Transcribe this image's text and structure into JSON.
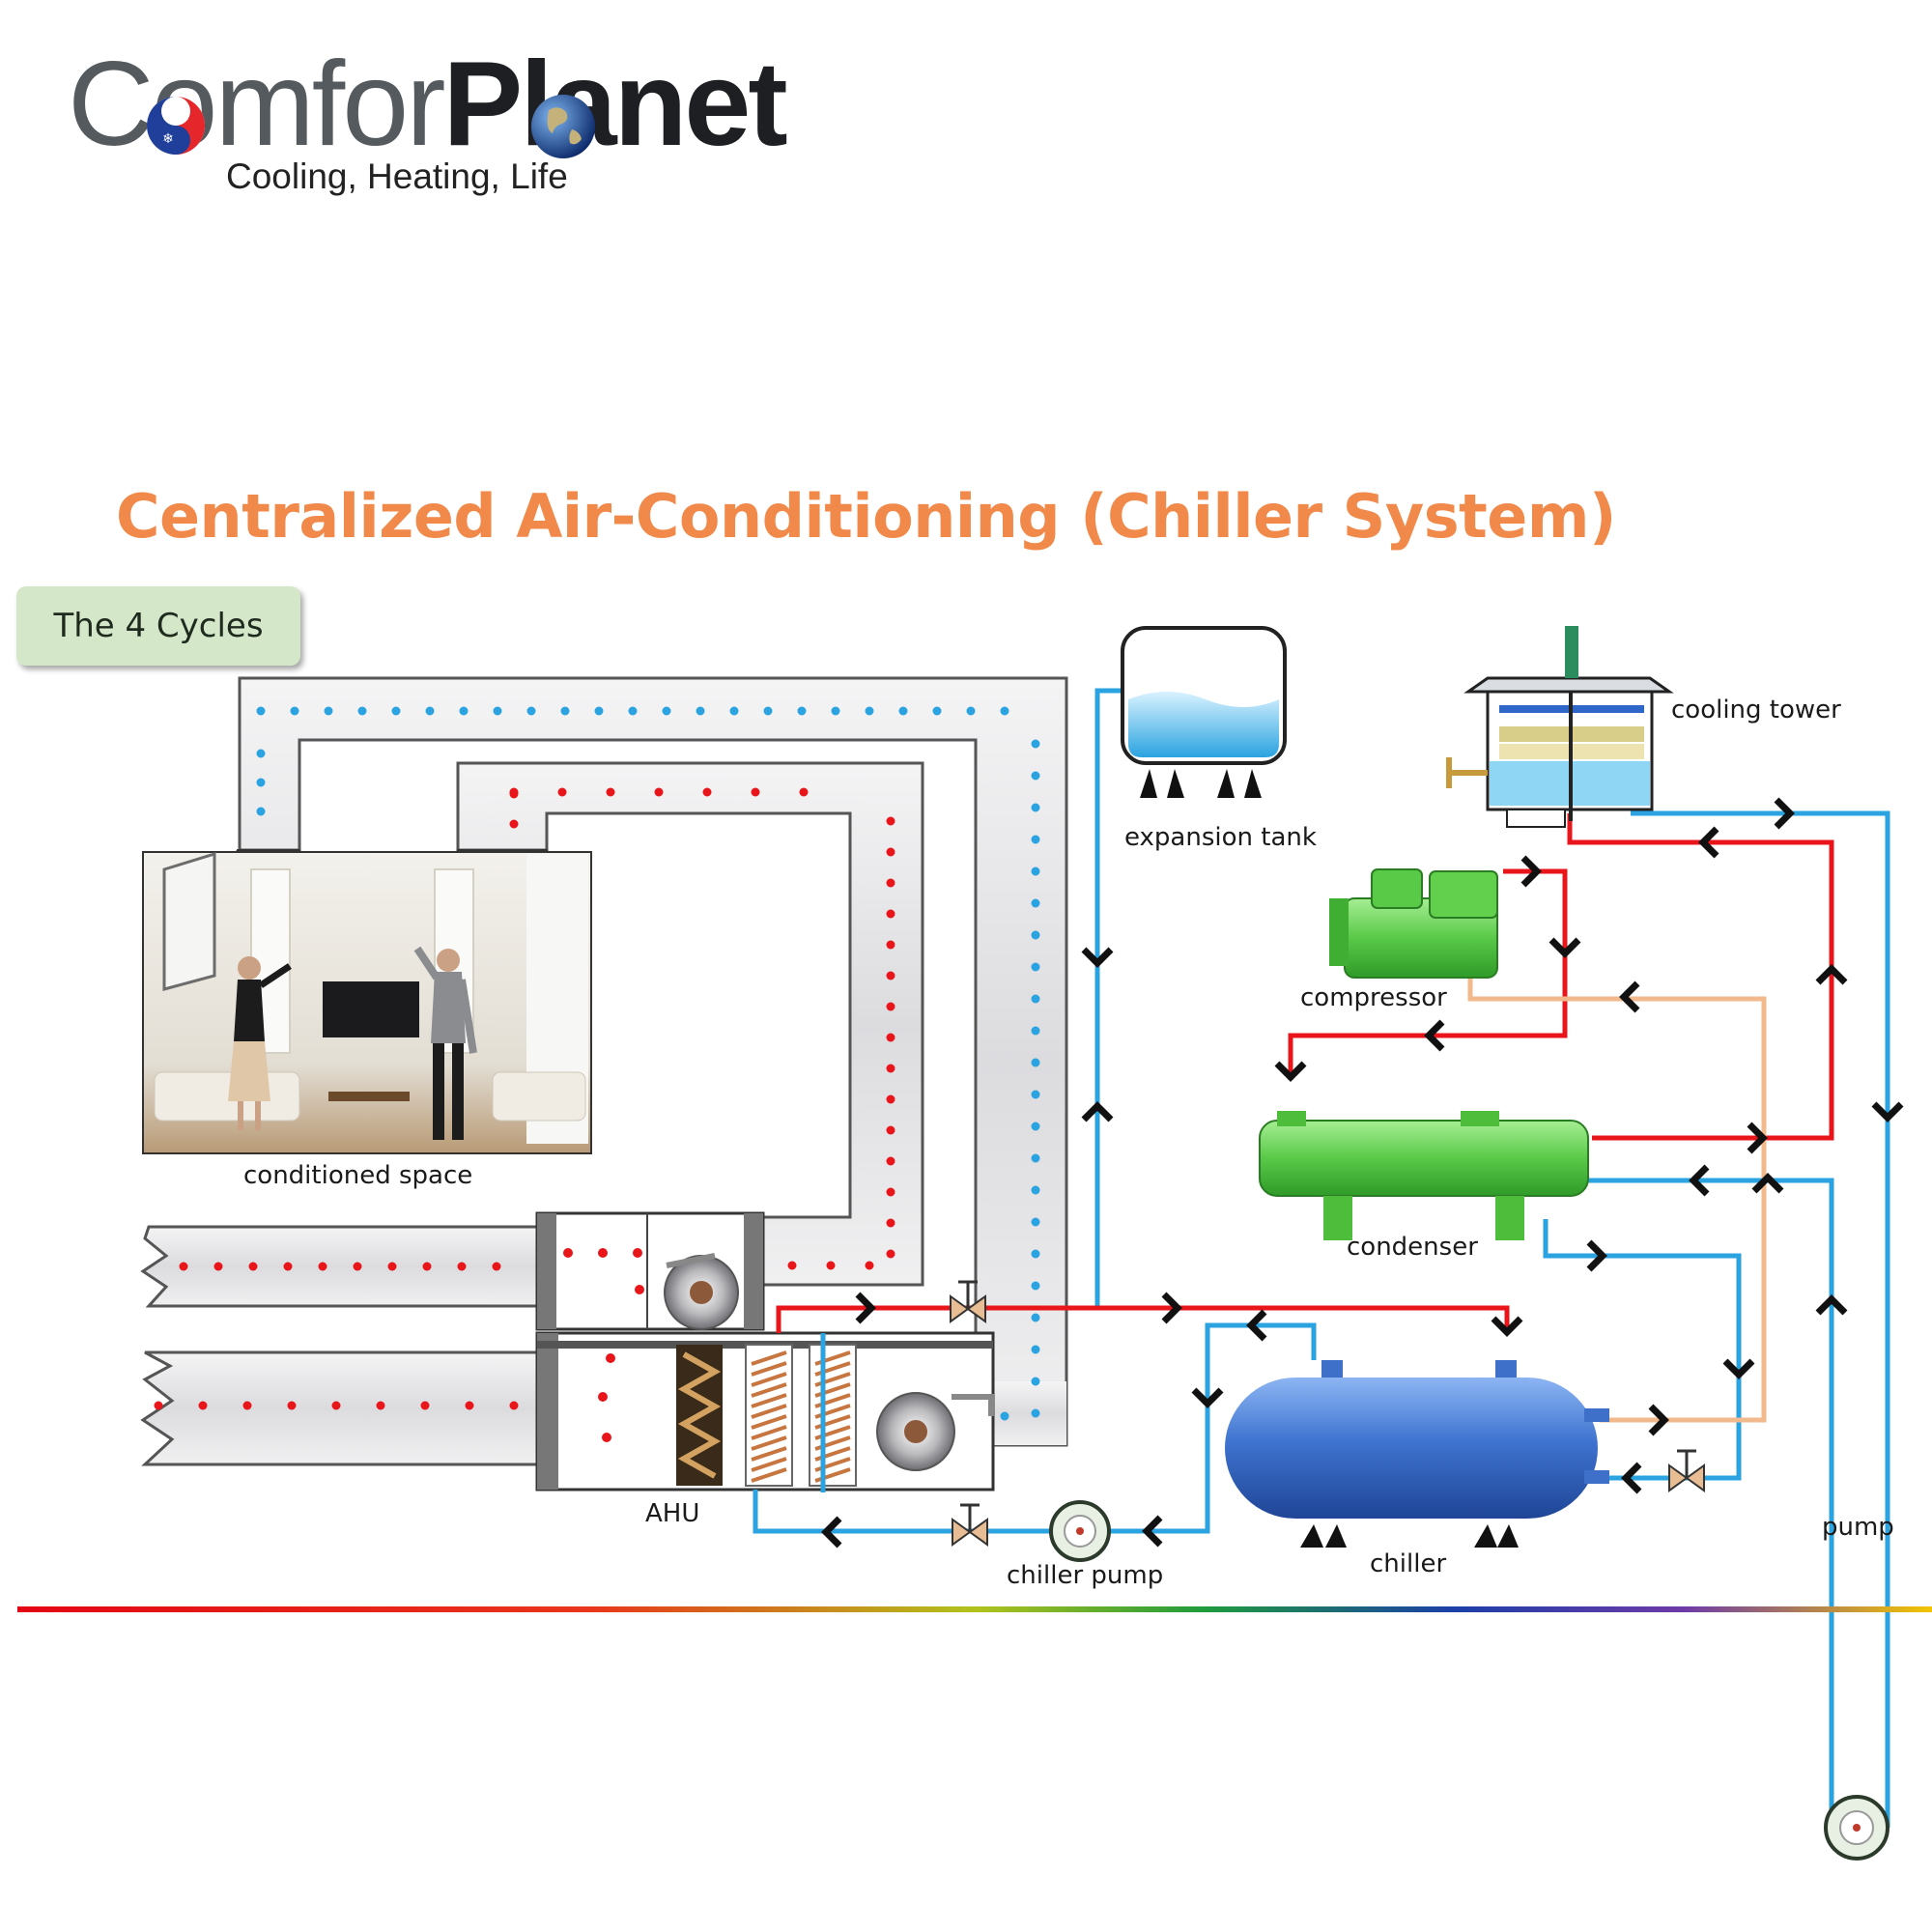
{
  "logo": {
    "word_light": "Comfor",
    "word_dark": "Planet",
    "tagline": "Cooling, Heating, Life"
  },
  "title": "Centralized Air-Conditioning (Chiller System)",
  "cycles_badge": "The 4 Cycles",
  "labels": {
    "conditioned_space": "conditioned space",
    "ahu": "AHU",
    "expansion_tank": "expansion tank",
    "cooling_tower": "cooling tower",
    "compressor": "compressor",
    "condenser": "condenser",
    "chiller": "chiller",
    "chiller_pump": "chiller pump",
    "pump": "pump"
  },
  "colors": {
    "title": "#f0894a",
    "hot_water_line": "#e8161b",
    "cold_water_line": "#2aa3e0",
    "refrigerant_line": "#f2b98c",
    "condenser": "#6dd65a",
    "chiller": "#4a7fd6",
    "badge": "#d4e8c9",
    "duct": "#e9eaec"
  },
  "icons": {
    "logo_globe": "globe-icon",
    "logo_yin_yang": "hot-cold-icon",
    "fan": "fan-icon",
    "valve": "valve-icon",
    "pump": "pump-icon",
    "flow_arrow": "chevron-arrow-icon"
  }
}
